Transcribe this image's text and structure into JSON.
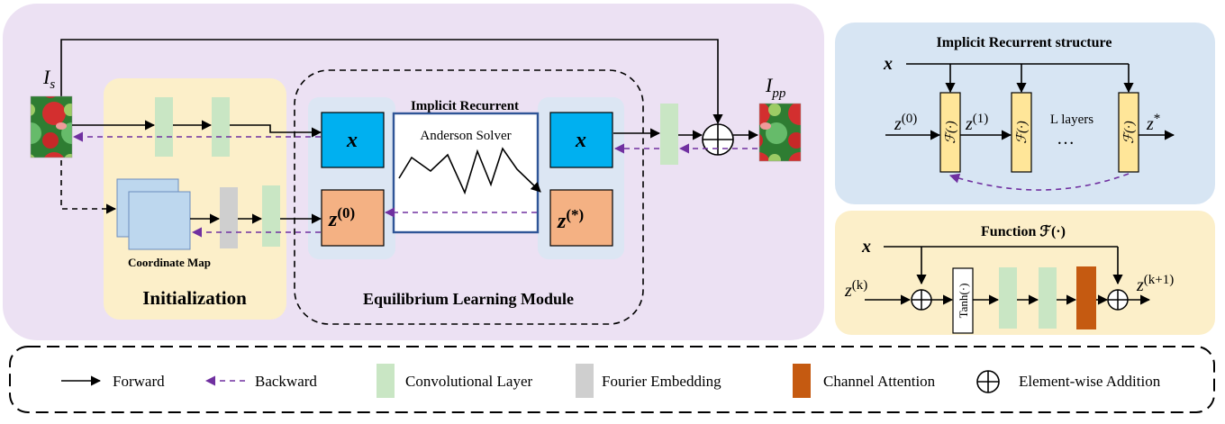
{
  "colors": {
    "main_panel": "#ece1f3",
    "init_panel": "#fcefc9",
    "side_blue": "#d7e5f3",
    "side_yellow": "#fcefc9",
    "conv": "#c9e6c4",
    "fourier": "#cfcfcf",
    "attention": "#c55a11",
    "x_box": "#00b0f0",
    "z_box": "#f4b183",
    "slot": "#dce6f3",
    "coord": "#bdd7ee",
    "f_block": "#ffe699",
    "solver_border": "#2f5597",
    "backward": "#7030a0"
  },
  "labels": {
    "input": "I",
    "input_sub": "s",
    "output": "I",
    "output_sub": "pp",
    "coordinate_map": "Coordinate Map",
    "initialization": "Initialization",
    "implicit_recurrent": "Implicit Recurrent",
    "anderson_solver": "Anderson Solver",
    "elm": "Equilibrium Learning Module",
    "x": "x",
    "z0_base": "z",
    "z0_sup": "(0)",
    "zstar_base": "z",
    "zstar_sup": "(*)"
  },
  "recurrent_panel": {
    "title": "Implicit Recurrent structure",
    "x": "x",
    "z0": "(0)",
    "z1": "(1)",
    "dots": "…",
    "layers": "L layers",
    "zstar": "*",
    "z_base": "z",
    "f": "ℱ(·)"
  },
  "function_panel": {
    "title": "Function ℱ(·)",
    "x": "x",
    "z_base": "z",
    "zk": "(k)",
    "zk1": "(k+1)",
    "tanh": "Tanh(·)"
  },
  "legend": {
    "forward": "Forward",
    "backward": "Backward",
    "conv": "Convolutional Layer",
    "fourier": "Fourier Embedding",
    "attention": "Channel Attention",
    "addition": "Element-wise Addition"
  }
}
